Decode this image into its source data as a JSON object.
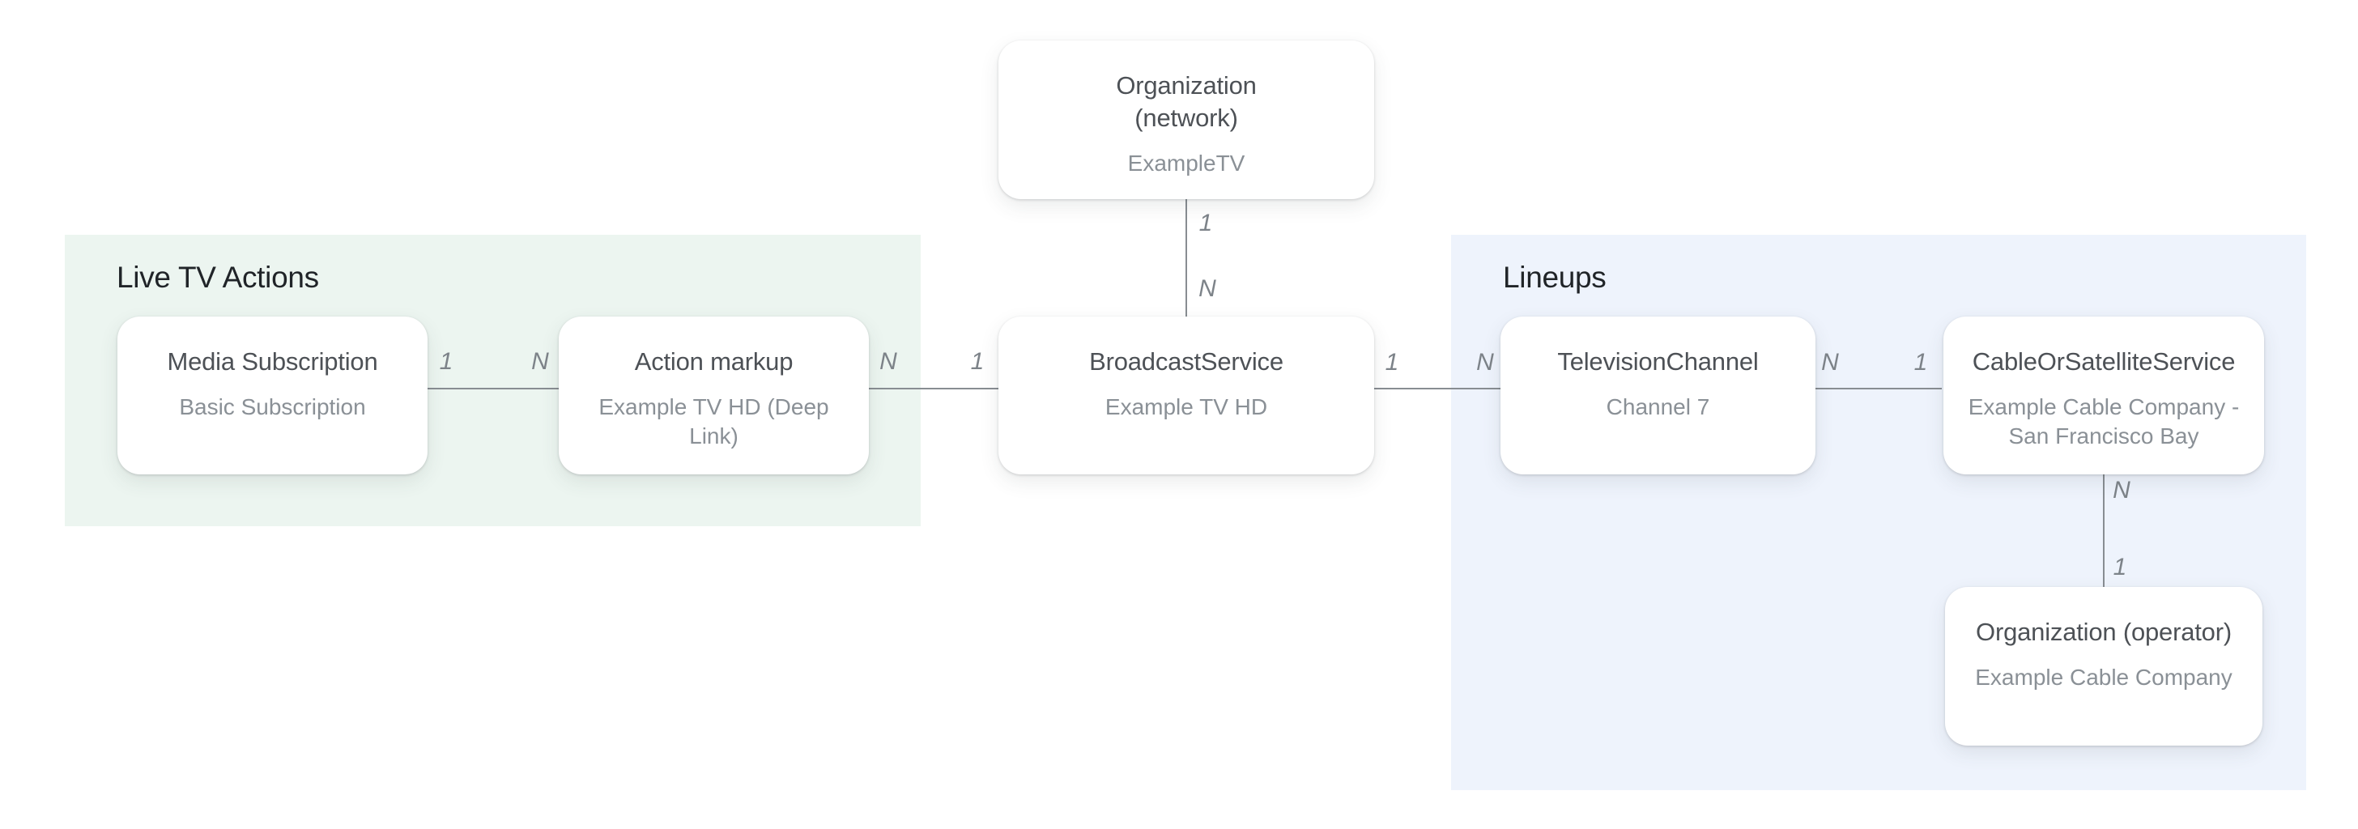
{
  "colors": {
    "background": "#ffffff",
    "live_tv_actions_bg": "#ecf5f0",
    "lineups_bg": "#eef3fc",
    "node_bg": "#ffffff",
    "node_title_text": "#4d5156",
    "node_subtitle_text": "#8a9096",
    "group_title_text": "#202428",
    "connector": "#888d92",
    "cardinality_text": "#7d8389"
  },
  "groups": [
    {
      "id": "live-tv-actions",
      "label": "Live TV Actions"
    },
    {
      "id": "lineups",
      "label": "Lineups"
    }
  ],
  "nodes": [
    {
      "id": "organization-network",
      "title": "Organization (network)",
      "subtitle": "ExampleTV"
    },
    {
      "id": "media-subscription",
      "title": "Media Subscription",
      "subtitle": "Basic Subscription"
    },
    {
      "id": "action-markup",
      "title": "Action markup",
      "subtitle": "Example TV HD (Deep Link)"
    },
    {
      "id": "broadcast-service",
      "title": "BroadcastService",
      "subtitle": "Example TV HD"
    },
    {
      "id": "television-channel",
      "title": "TelevisionChannel",
      "subtitle": "Channel 7"
    },
    {
      "id": "cable-or-satellite-service",
      "title": "CableOrSatelliteService",
      "subtitle": "Example Cable Company - San Francisco Bay"
    },
    {
      "id": "organization-operator",
      "title": "Organization (operator)",
      "subtitle": "Example Cable Company"
    }
  ],
  "edges": [
    {
      "from": "media-subscription",
      "to": "action-markup",
      "from_label": "1",
      "to_label": "N"
    },
    {
      "from": "action-markup",
      "to": "broadcast-service",
      "from_label": "N",
      "to_label": "1"
    },
    {
      "from": "organization-network",
      "to": "broadcast-service",
      "from_label": "1",
      "to_label": "N"
    },
    {
      "from": "broadcast-service",
      "to": "television-channel",
      "from_label": "1",
      "to_label": "N"
    },
    {
      "from": "television-channel",
      "to": "cable-or-satellite-service",
      "from_label": "N",
      "to_label": "1"
    },
    {
      "from": "cable-or-satellite-service",
      "to": "organization-operator",
      "from_label": "N",
      "to_label": "1"
    }
  ]
}
